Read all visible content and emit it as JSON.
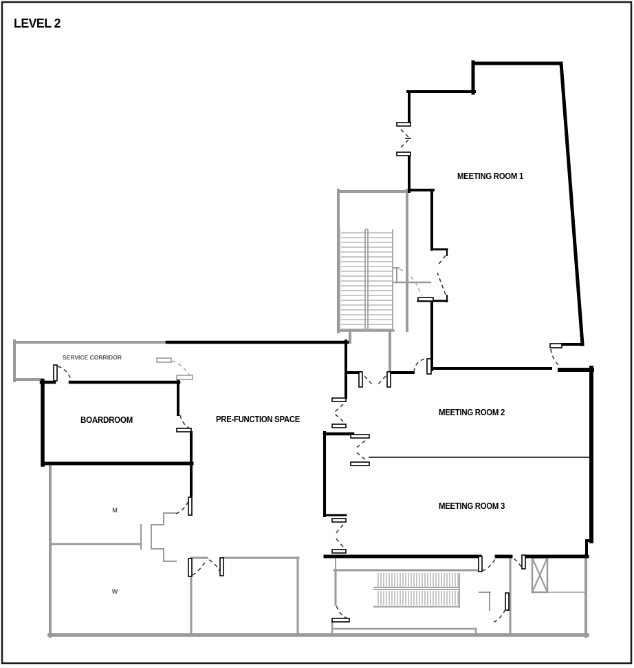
{
  "title": {
    "label": "LEVEL 2"
  },
  "rooms": [
    {
      "name": "meeting-room-1",
      "label": "MEETING ROOM 1"
    },
    {
      "name": "meeting-room-2",
      "label": "MEETING ROOM 2"
    },
    {
      "name": "meeting-room-3",
      "label": "MEETING ROOM 3"
    },
    {
      "name": "boardroom",
      "label": "BOARDROOM"
    },
    {
      "name": "pre-function-space",
      "label": "PRE-FUNCTION SPACE"
    },
    {
      "name": "service-corridor",
      "label": "SERVICE CORRIDOR"
    },
    {
      "name": "mens-restroom",
      "label": "M"
    },
    {
      "name": "womens-restroom",
      "label": "W"
    }
  ],
  "symbols": {
    "elevator_shaft": "crossed-box-icon",
    "stairs_upper": "parallel-tread-lines",
    "stairs_lower": "parallel-tread-lines",
    "door": "quarter-arc-swing"
  },
  "colors": {
    "wall_primary": "#000000",
    "wall_secondary": "#9a9a9a",
    "stair_detail": "#a9a9a9",
    "label_secondary": "#575757",
    "background": "#ffffff"
  }
}
